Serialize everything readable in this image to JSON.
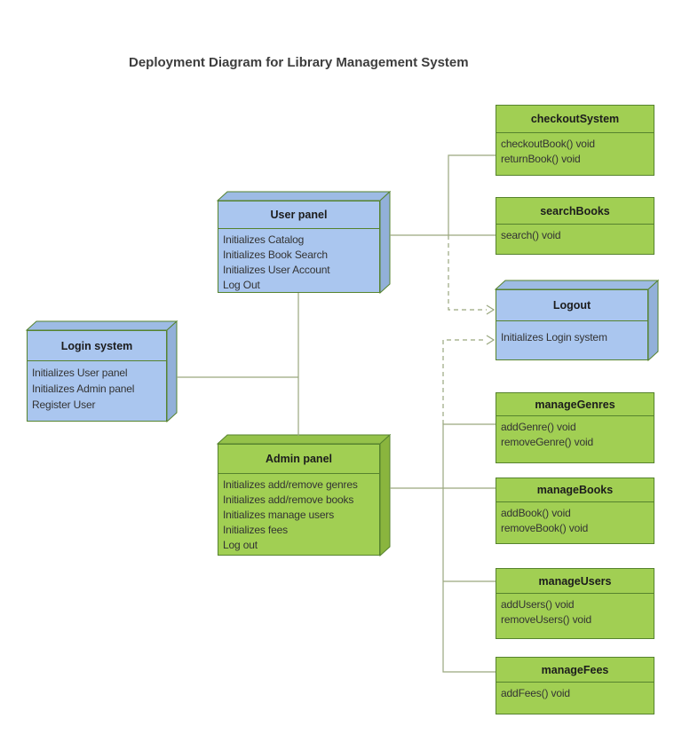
{
  "title": "Deployment Diagram for Library Management System",
  "colors": {
    "background": "#ffffff",
    "node_blue_fill": "#aac6ef",
    "node_green_fill": "#a1cf53",
    "box_border": "#56832e",
    "connector": "#9aa77e",
    "text": "#333333",
    "title_text": "#3d3d3d"
  },
  "nodes": {
    "login_system": {
      "title": "Login system",
      "lines": [
        "Initializes User panel",
        "Initializes Admin panel",
        "Register User"
      ]
    },
    "user_panel": {
      "title": "User panel",
      "lines": [
        "Initializes Catalog",
        "Initializes Book Search",
        "Initializes User Account",
        "Log Out"
      ]
    },
    "admin_panel": {
      "title": "Admin panel",
      "lines": [
        "Initializes add/remove genres",
        "Initializes add/remove books",
        "Initializes manage users",
        "Initializes fees",
        "Log out"
      ]
    },
    "logout": {
      "title": "Logout",
      "lines": [
        "Initializes Login system"
      ]
    }
  },
  "components": {
    "checkout_system": {
      "title": "checkoutSystem",
      "lines": [
        "checkoutBook() void",
        "returnBook() void"
      ]
    },
    "search_books": {
      "title": "searchBooks",
      "lines": [
        "search() void"
      ]
    },
    "manage_genres": {
      "title": "manageGenres",
      "lines": [
        "addGenre() void",
        "removeGenre() void"
      ]
    },
    "manage_books": {
      "title": "manageBooks",
      "lines": [
        "addBook() void",
        "removeBook() void"
      ]
    },
    "manage_users": {
      "title": "manageUsers",
      "lines": [
        "addUsers() void",
        "removeUsers() void"
      ]
    },
    "manage_fees": {
      "title": "manageFees",
      "lines": [
        "addFees() void"
      ]
    }
  }
}
